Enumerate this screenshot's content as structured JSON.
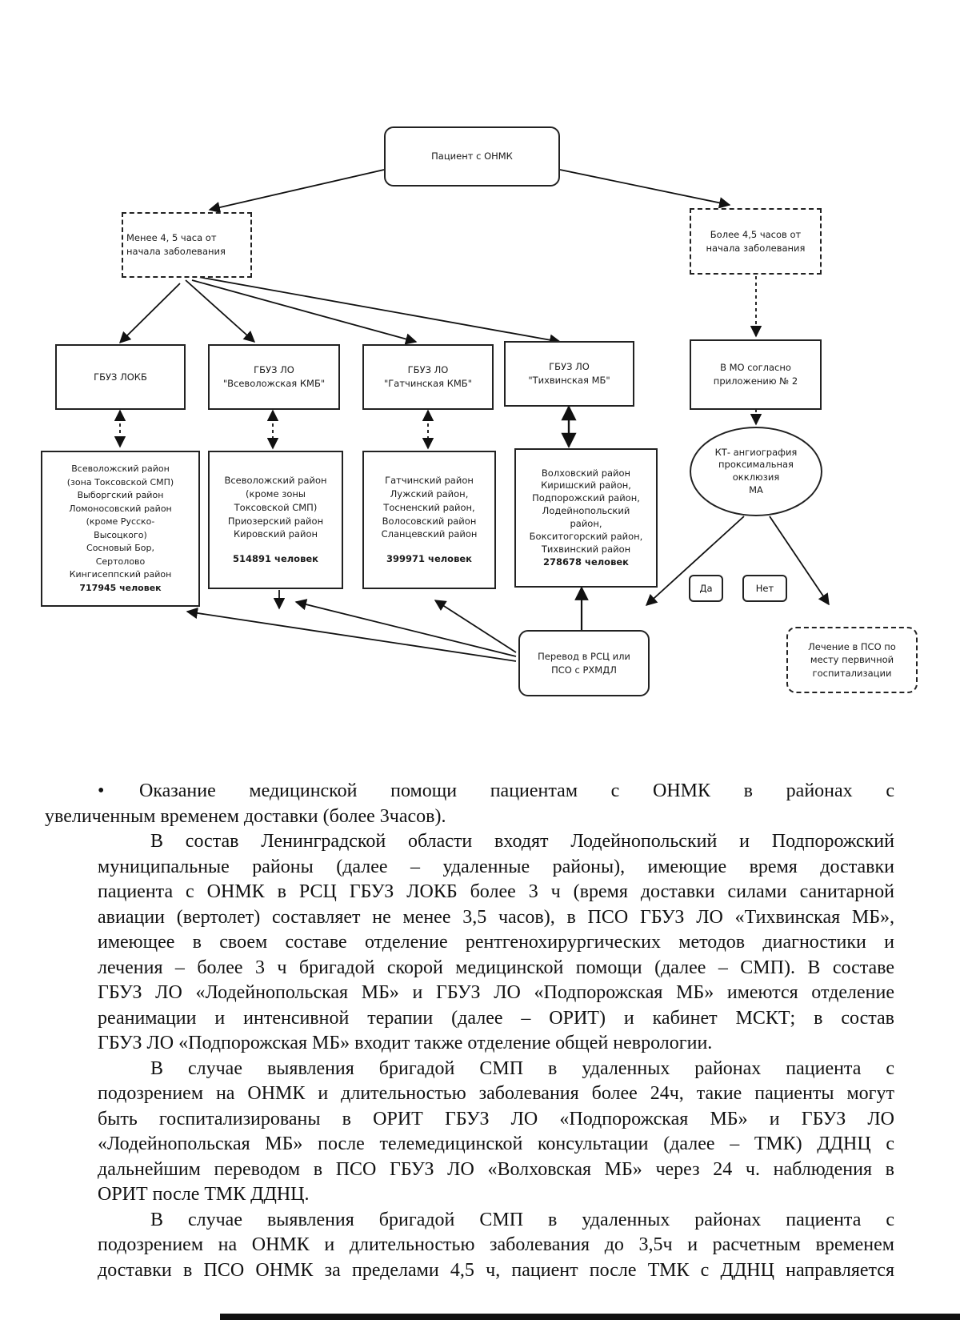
{
  "flowchart": {
    "root": "Пациент с ОНМК",
    "less_time": [
      "Менее 4, 5 часа от",
      "начала заболевания"
    ],
    "more_time": [
      "Более 4,5 часов от",
      "начала заболевания"
    ],
    "hospitals": [
      {
        "lines": [
          "ГБУЗ ЛОКБ"
        ]
      },
      {
        "lines": [
          "ГБУЗ ЛО",
          "\"Всеволожская КМБ\""
        ]
      },
      {
        "lines": [
          "ГБУЗ ЛО",
          "\"Гатчинская КМБ\""
        ]
      },
      {
        "lines": [
          "ГБУЗ ЛО",
          "\"Тихвинская МБ\""
        ]
      }
    ],
    "mo_box": [
      "В МО согласно",
      "приложению № 2"
    ],
    "districts": [
      {
        "lines": [
          "Всеволожский район",
          "(зона Токсовской СМП)",
          "Выборгский район",
          "Ломоносовский район",
          "(кроме Русско-",
          "Высоцкого)",
          "Сосновый Бор,",
          "Сертолово",
          "Кингисеппский район"
        ],
        "population": "717945 человек"
      },
      {
        "lines": [
          "Всеволожский район",
          "(кроме зоны",
          "Токсовской СМП)",
          "Приозерский район",
          "Кировский район"
        ],
        "population": "514891 человек"
      },
      {
        "lines": [
          "Гатчинский район",
          "Лужский район,",
          "Тосненский район,",
          "Волосовский район",
          "Сланцевский район"
        ],
        "population": "399971 человек"
      },
      {
        "lines": [
          "Волховский район",
          "Киришский район,",
          "Подпорожский район,",
          "Лодейнопольский",
          "район,",
          "Бокситогорский район,",
          "Тихвинский район"
        ],
        "population": "278678 человек"
      }
    ],
    "ct_node": [
      "КТ- ангиография",
      "проксимальная",
      "окклюзия",
      "МА"
    ],
    "yes": "Да",
    "no": "Нет",
    "transfer": [
      "Перевод в РСЦ или",
      "ПСО с РХМДЛ"
    ],
    "treat_local": [
      "Лечение в ПСО по",
      "месту первичной",
      "госпитализации"
    ]
  },
  "text": {
    "bullet_marker": "•",
    "p1": [
      "Оказание медицинской помощи пациентам с ОНМК в районах с",
      "увеличенным временем доставки (более 3часов)."
    ],
    "p2": [
      "В состав Ленинградской области входят Лодейнопольский и Подпорожский",
      "муниципальные районы (далее – удаленные районы), имеющие время доставки",
      "пациента с ОНМК в РСЦ ГБУЗ ЛОКБ более 3 ч (время доставки силами санитарной",
      "авиации (вертолет) составляет не менее 3,5 часов), в ПСО ГБУЗ ЛО «Тихвинская МБ»,",
      "имеющее в своем составе отделение рентгенохирургических методов диагностики и",
      "лечения – более 3 ч бригадой скорой медицинской помощи (далее – СМП). В составе",
      "ГБУЗ ЛО «Лодейнопольская МБ» и ГБУЗ ЛО «Подпорожская МБ» имеются отделение",
      "реанимации и интенсивной терапии (далее – ОРИТ) и кабинет МСКТ; в состав",
      "ГБУЗ ЛО «Подпорожская МБ» входит также отделение общей неврологии."
    ],
    "p3": [
      "В случае выявления бригадой СМП в удаленных районах пациента с",
      "подозрением на ОНМК и длительностью заболевания более 24ч, такие пациенты могут",
      "быть госпитализированы в ОРИТ ГБУЗ ЛО «Подпорожская МБ» и ГБУЗ ЛО",
      "«Лодейнопольская МБ» после телемедицинской консультации (далее – ТМК) ДДНЦ с",
      "дальнейшим переводом в ПСО ГБУЗ ЛО «Волховская МБ» через 24 ч. наблюдения в",
      "ОРИТ после ТМК ДДНЦ."
    ],
    "p4": [
      "В случае выявления бригадой СМП в удаленных районах пациента с",
      "подозрением на ОНМК и длительностью заболевания до 3,5ч и расчетным временем",
      "доставки в ПСО ОНМК за пределами 4,5 ч, пациент после ТМК с ДДНЦ направляется"
    ]
  }
}
